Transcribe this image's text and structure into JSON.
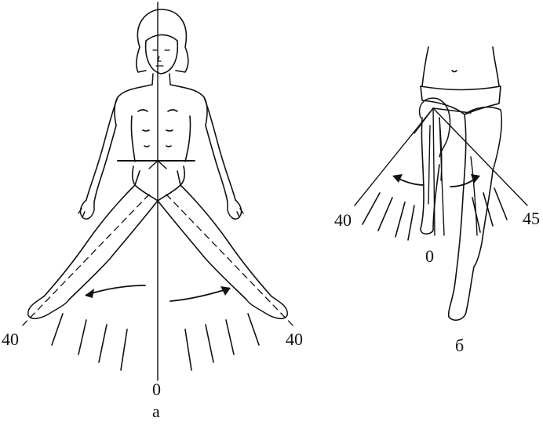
{
  "figure_a": {
    "label": "а",
    "angle_left": "40",
    "angle_right": "40",
    "angle_zero": "0"
  },
  "figure_b": {
    "label": "б",
    "angle_left": "40",
    "angle_right": "45",
    "angle_zero": "0"
  },
  "colors": {
    "ink": "#111111",
    "background": "#ffffff"
  }
}
